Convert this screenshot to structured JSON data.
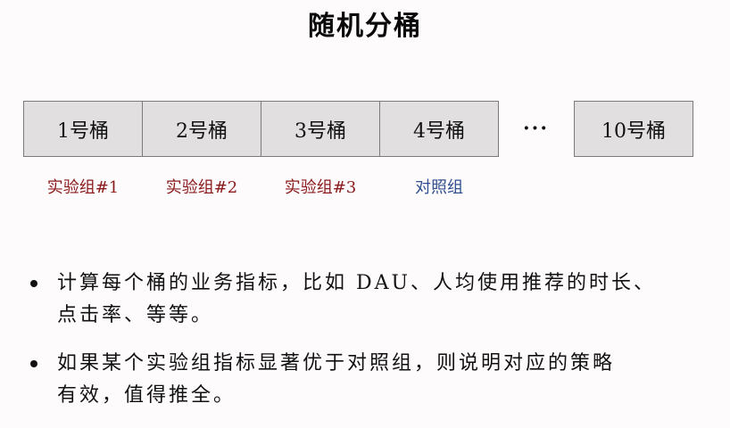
{
  "title": "随机分桶",
  "colors": {
    "background": "#fdfbfc",
    "bucket_fill": "#e2dfe1",
    "bucket_border": "#7b7b7b",
    "experiment_label": "#8b1a1a",
    "control_label": "#2f4f8f"
  },
  "buckets": [
    {
      "label": "1号桶",
      "group": "实验组#1",
      "group_type": "experiment"
    },
    {
      "label": "2号桶",
      "group": "实验组#2",
      "group_type": "experiment"
    },
    {
      "label": "3号桶",
      "group": "实验组#3",
      "group_type": "experiment"
    },
    {
      "label": "4号桶",
      "group": "对照组",
      "group_type": "control"
    },
    {
      "label": "10号桶",
      "group": "",
      "group_type": "none"
    }
  ],
  "ellipsis": "···",
  "bullets": [
    {
      "lines": [
        "计算每个桶的业务指标，比如 DAU、人均使用推荐的时长、",
        "点击率、等等。"
      ]
    },
    {
      "lines": [
        "如果某个实验组指标显著优于对照组，则说明对应的策略",
        "有效，值得推全。"
      ]
    }
  ]
}
